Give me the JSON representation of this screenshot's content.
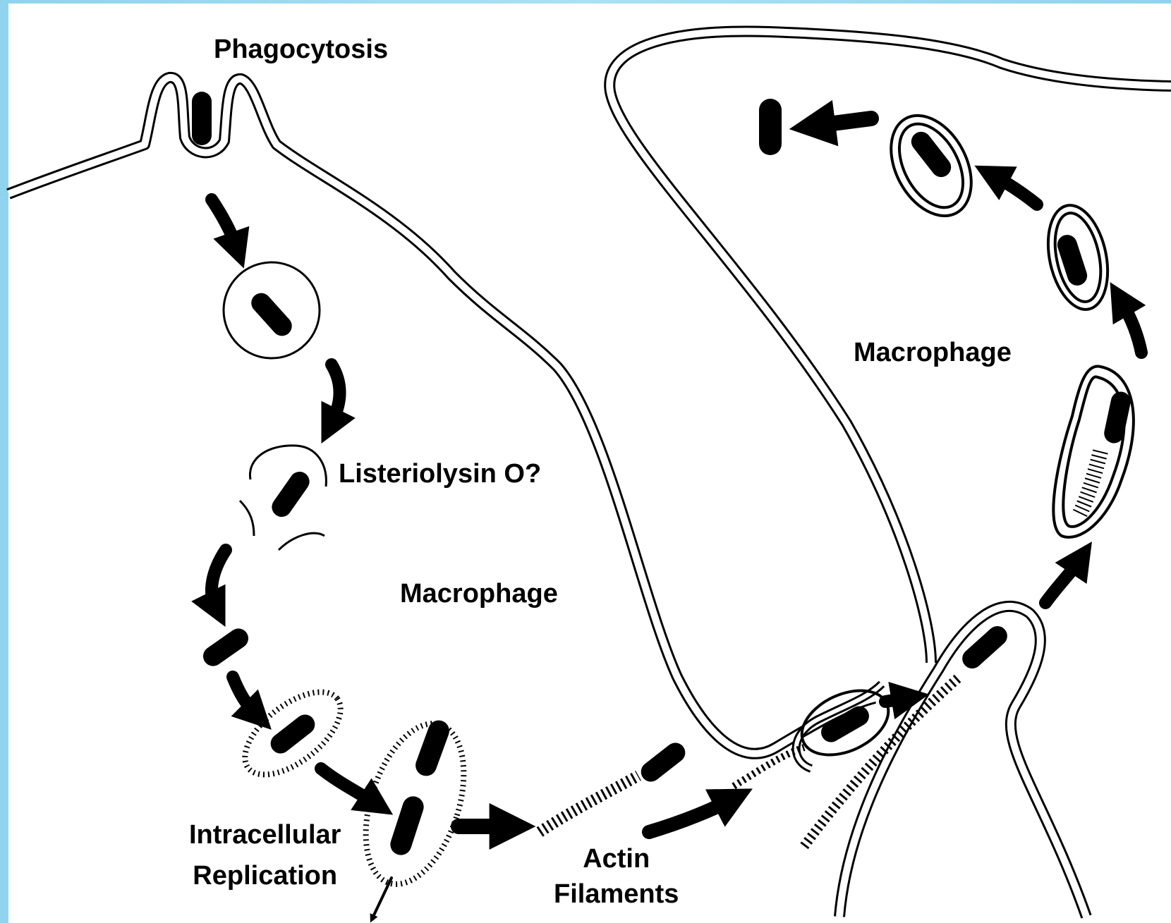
{
  "labels": {
    "phagocytosis": "Phagocytosis",
    "listeriolysin": "Listeriolysin O?",
    "macrophage_left": "Macrophage",
    "macrophage_right": "Macrophage",
    "replication_line1": "Intracellular",
    "replication_line2": "Replication",
    "actin_line1": "Actin",
    "actin_line2": "Filaments"
  },
  "colors": {
    "background": "#a9e1f5",
    "panel": "#ffffff",
    "ink": "#000000"
  }
}
